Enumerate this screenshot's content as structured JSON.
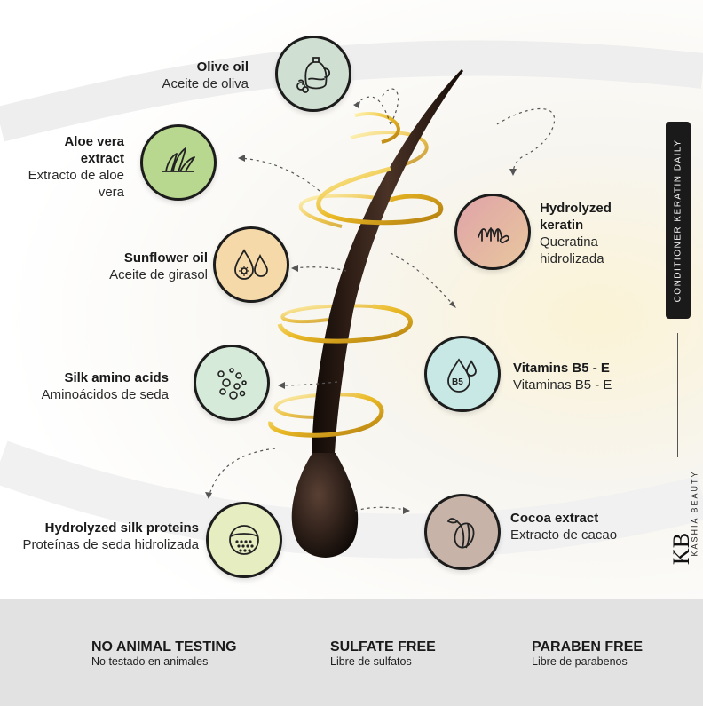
{
  "brand": {
    "side_label": "CONDITIONER KERATIN DAILY",
    "logo_mark": "KB",
    "logo_word": "KASHIA BEAUTY"
  },
  "ingredients": [
    {
      "id": "olive",
      "en": "Olive oil",
      "es": "Aceite de oliva",
      "icon": "olive-oil-jar-icon",
      "color": "#cfe0d2"
    },
    {
      "id": "aloe",
      "en": "Aloe vera extract",
      "es": "Extracto de aloe vera",
      "icon": "aloe-vera-icon",
      "color": "#b9d88f"
    },
    {
      "id": "sunflower",
      "en": "Sunflower oil",
      "es": "Aceite de girasol",
      "icon": "sunflower-oil-drops-icon",
      "color": "#f5d9a8"
    },
    {
      "id": "silk_amino",
      "en": "Silk amino acids",
      "es": "Aminoácidos de seda",
      "icon": "molecules-icon",
      "color": "#d5ead8"
    },
    {
      "id": "silk_proteins",
      "en": "Hydrolyzed silk proteins",
      "es": "Proteínas de seda hidrolizada",
      "icon": "silk-cocoon-icon",
      "color": "#e6edc0"
    },
    {
      "id": "keratin",
      "en": "Hydrolyzed keratin",
      "es": "Queratina hidrolizada",
      "icon": "keratin-strand-icon",
      "color": "#e0a3a8"
    },
    {
      "id": "vitamins",
      "en": "Vitamins B5 - E",
      "es": "Vitaminas B5 - E",
      "icon": "vitamin-drops-icon",
      "color": "#c7e8e4"
    },
    {
      "id": "cocoa",
      "en": "Cocoa extract",
      "es": "Extracto de cacao",
      "icon": "cocoa-pod-icon",
      "color": "#c8b3a8"
    }
  ],
  "claims": [
    {
      "en": "NO ANIMAL TESTING",
      "es": "No testado en animales"
    },
    {
      "en": "SULFATE FREE",
      "es": "Libre de sulfatos"
    },
    {
      "en": "PARABEN FREE",
      "es": "Libre de parabenos"
    }
  ],
  "colors": {
    "accent_gold": "#e9b825",
    "hair": "#2a1a12",
    "footer_bg": "#e2e2e2"
  }
}
